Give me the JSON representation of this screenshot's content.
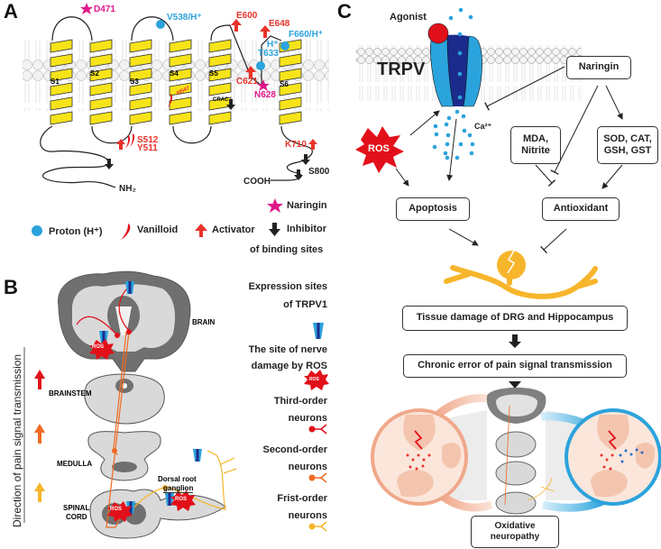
{
  "panel_a": {
    "letter": "A",
    "segments": [
      "S1",
      "S2",
      "S3",
      "S4",
      "S5",
      "S6"
    ],
    "crac_label": "CRAC",
    "terminus_n": "NH₂",
    "terminus_c": "COOH",
    "sites": {
      "d471": "D471",
      "v538": "V538/H⁺",
      "e600": "E600",
      "e648": "E648",
      "f660": "F660/H⁺",
      "h_plus": "H⁺",
      "t633": "T633",
      "c621": "C621",
      "n628": "N628",
      "m547": "M547",
      "s512": "S512",
      "y511": "Y511",
      "k710": "K710",
      "s800": "S800"
    },
    "legend": {
      "naringin": "Naringin",
      "proton": "Proton (H⁺)",
      "vanilloid": "Vanilloid",
      "activator": "Activator",
      "inhibitor": "Inhibitor",
      "footer": "of binding sites"
    }
  },
  "panel_b": {
    "letter": "B",
    "axis_label": "Direction of pain signal transmission",
    "regions": {
      "brain": "BRAIN",
      "brainstem": "BRAINSTEM",
      "medulla": "MEDULLA",
      "spinal_cord_1": "SPINAL",
      "spinal_cord_2": "CORD",
      "drg_1": "Dorsal root",
      "drg_2": "ganglion"
    },
    "ros": "ROS",
    "legend": {
      "expression_1": "Expression sites",
      "expression_2": "of TRPV1",
      "damage_1": "The site of nerve",
      "damage_2": "damage by ROS",
      "third_1": "Third-order",
      "third_2": "neurons",
      "second_1": "Second-order",
      "second_2": "neurons",
      "first_1": "Frist-order",
      "first_2": "neurons"
    },
    "colors": {
      "third_order": "#e2101a",
      "second_order": "#ef6a23",
      "first_order": "#f7b52c"
    }
  },
  "panel_c": {
    "letter": "C",
    "agonist": "Agonist",
    "channel": "TRPV",
    "calcium": "Ca²⁺",
    "ros": "ROS",
    "boxes": {
      "naringin": "Naringin",
      "mda_1": "MDA,",
      "mda_2": "Nitrite",
      "sod_1": "SOD, CAT,",
      "sod_2": "GSH, GST",
      "apoptosis": "Apoptosis",
      "antioxidant": "Antioxidant",
      "tissue": "Tissue damage of DRG and Hippocampus",
      "chronic": "Chronic error of pain signal transmission",
      "oxidative_1": "Oxidative",
      "oxidative_2": "neuropathy"
    },
    "colors": {
      "channel_outer": "#2ba3dc",
      "channel_inner": "#1b2b8c",
      "agonist": "#e2101a",
      "neuron": "#f7b52c",
      "left_circle": "#f0a88a",
      "right_circle": "#2ba3dc"
    }
  }
}
